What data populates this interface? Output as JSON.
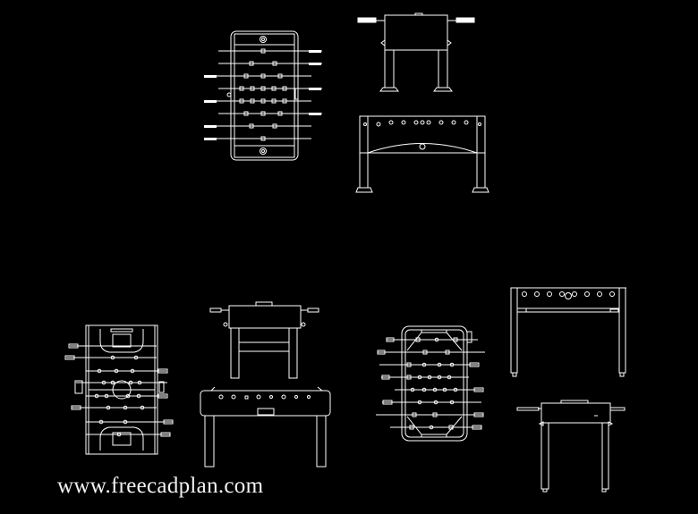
{
  "drawing": {
    "background": "#000000",
    "line_color": "#ffffff",
    "subject": "Foosball table CAD blocks",
    "views": [
      {
        "id": "top-plan-1",
        "label": "Top view (upper)"
      },
      {
        "id": "side-elevation-1",
        "label": "Side elevation (upper)"
      },
      {
        "id": "front-elevation-1",
        "label": "Front elevation (upper)"
      },
      {
        "id": "top-plan-2",
        "label": "Top view with field markings"
      },
      {
        "id": "side-elevation-2",
        "label": "Side elevation (lower)"
      },
      {
        "id": "front-elevation-2",
        "label": "Front elevation (lower)"
      },
      {
        "id": "top-plan-3",
        "label": "Top view (rounded)"
      },
      {
        "id": "front-elevation-3",
        "label": "Front elevation (right)"
      },
      {
        "id": "side-elevation-3",
        "label": "Side elevation (right)"
      }
    ]
  },
  "watermark": {
    "text": "www.freecadplan.com"
  }
}
